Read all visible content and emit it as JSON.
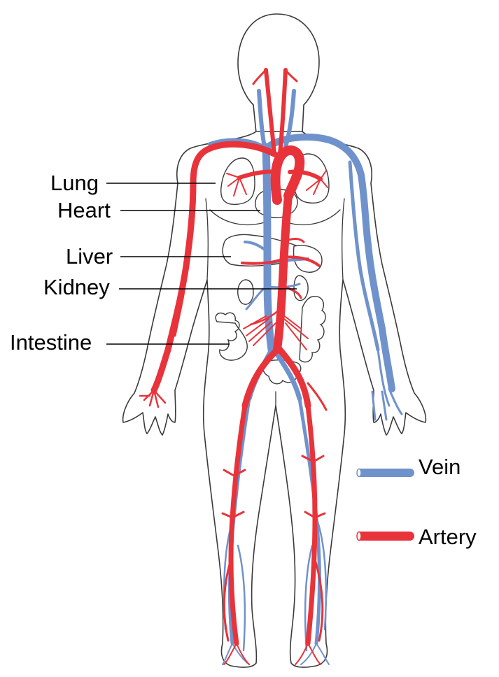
{
  "labels": {
    "lung": "Lung",
    "heart": "Heart",
    "liver": "Liver",
    "kidney": "Kidney",
    "intestine": "Intestine"
  },
  "legend": {
    "vein": "Vein",
    "artery": "Artery"
  },
  "colors": {
    "vein": "#7092cc",
    "artery": "#e8333a",
    "outline": "#3a3a3a"
  }
}
